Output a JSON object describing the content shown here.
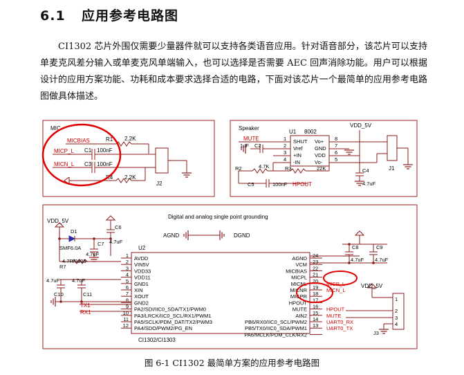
{
  "section": {
    "number": "6.1",
    "title": "应用参考电路图"
  },
  "paragraph": "CI1302 芯片外围仅需要少量器件就可以支持各类语音应用。针对语音部分，该芯片可以支持单麦克风差分输入或单麦克风单端输入，也可以选择是否需要 AEC 回声消除功能。用户可以根据设计的应用方案功能、功耗和成本要求选择合适的电路，下面对该芯片一个最简单的应用参考电路图做具体描述。",
  "mic_block": {
    "title": "MIC",
    "nets": [
      "MICBIAS",
      "MICP_L",
      "MICN_L"
    ],
    "parts": [
      "R1",
      "2.2K",
      "C1",
      "100nF",
      "C3",
      "100nF",
      "R4",
      "2.2K",
      "J2"
    ]
  },
  "speaker_block": {
    "title": "Speaker",
    "chip": "U1",
    "chip_part": "8002",
    "left_pins": [
      "SHUT",
      "Vref",
      "+IN",
      "-IN"
    ],
    "left_nums": [
      "1",
      "2",
      "3",
      "4"
    ],
    "right_pins": [
      "Vo+",
      "GND",
      "VDD",
      "Vo-"
    ],
    "right_nums": [
      "8",
      "7",
      "6",
      "5"
    ],
    "labels": [
      "MUTE",
      "1uF",
      "C2",
      "VDD_5V",
      "C4",
      "4.7uF",
      "R2",
      "4.7K",
      "R3",
      "22K",
      "C5",
      "100nF",
      "HPOUT",
      "J1"
    ]
  },
  "main_block": {
    "note": "Digital and analog single point grounding",
    "agnd": "AGND",
    "dgnd": "DGND",
    "vdd": "VDD_5V",
    "vdd_right": "VDD_5V",
    "chip": "U2",
    "chip_part": "CI1302/CI1303",
    "left_pins": [
      "AVDD",
      "VIN5V",
      "VDD33",
      "VDD11",
      "GND1",
      "XIN",
      "XOUT",
      "GND2",
      "PA2/SDI/IIC0_SDA/TX1/PWM0",
      "PA3/LRCK/IIC0_SCL/RX1/PWM1",
      "PA5/SCLK/PDM_DAT/TX2/PWM3",
      "PA4/SDO/PWM2/PG_EN"
    ],
    "left_nums": [
      "1",
      "2",
      "3",
      "4",
      "5",
      "6",
      "7",
      "8",
      "9",
      "10",
      "11",
      "12"
    ],
    "right_pins": [
      "AGND",
      "VCM",
      "MICBIAS",
      "MICPL",
      "MICNL",
      "MICNR",
      "MICPR",
      "HPOUT",
      "MUTE",
      "AIN2",
      "PB6/RX0/IIC0_SCL/PWM2",
      "PB5/TX0/IIC0_SDA/PWM1",
      "PA6/MCLK/PDM_CLK/RX2"
    ],
    "right_nums": [
      "24",
      "23",
      "22",
      "21",
      "20",
      "19",
      "18",
      "17",
      "16",
      "15",
      "14",
      "13"
    ],
    "right_nets": [
      "",
      "",
      "",
      "MICP_L",
      "MICN_L",
      "",
      "",
      "HPOUT",
      "MUTE",
      "UART0_RX",
      "UART0_TX",
      ""
    ],
    "left_nets": [
      "TX1",
      "RX1"
    ],
    "parts": [
      "D1",
      "SMF6.0A",
      "C6",
      "4.7uF",
      "C7",
      "4.7uF",
      "R7",
      "4.7R/0805",
      "C10",
      "4.7uF",
      "C11",
      "4.7uF",
      "C8",
      "4.7uF",
      "C9",
      "4.7uF",
      "J3"
    ]
  },
  "caption": "图 6-1 CI1302 最简单方案的应用参考电路图",
  "colors": {
    "wire": "#8b1a1a",
    "net_label": "#cc0000",
    "border": "#a02020",
    "highlight": "#e00000",
    "text": "#111111"
  }
}
